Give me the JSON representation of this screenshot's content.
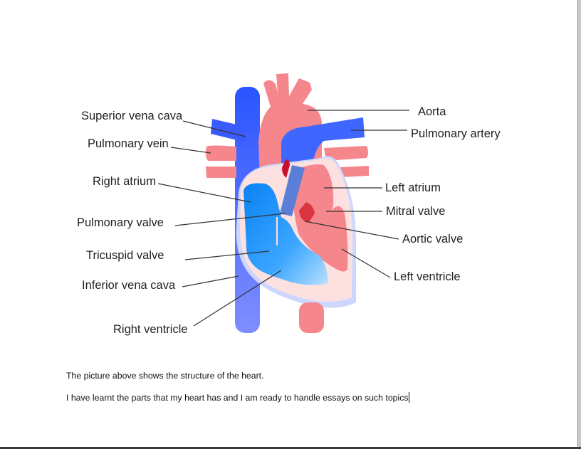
{
  "diagram": {
    "labels_left": {
      "superior_vena_cava": "Superior vena cava",
      "pulmonary_vein": "Pulmonary vein",
      "right_atrium": "Right atrium",
      "pulmonary_valve": "Pulmonary valve",
      "tricuspid_valve": "Tricuspid valve",
      "inferior_vena_cava": "Inferior vena cava",
      "right_ventricle": "Right ventricle"
    },
    "labels_right": {
      "aorta": "Aorta",
      "pulmonary_artery": "Pulmonary artery",
      "left_atrium": "Left atrium",
      "mitral_valve": "Mitral valve",
      "aortic_valve": "Aortic valve",
      "left_ventricle": "Left ventricle"
    },
    "colors": {
      "oxygenated": "#f4868c",
      "deoxygenated": "#1e8fff",
      "vein_blue": "#3a5cff",
      "wall": "#fde0e0",
      "valve_red": "#c8102e"
    }
  },
  "document": {
    "paragraph1": "The picture above shows the structure of the heart.",
    "paragraph2": "I have learnt the parts that my heart has and I am ready to handle essays on such topics"
  }
}
